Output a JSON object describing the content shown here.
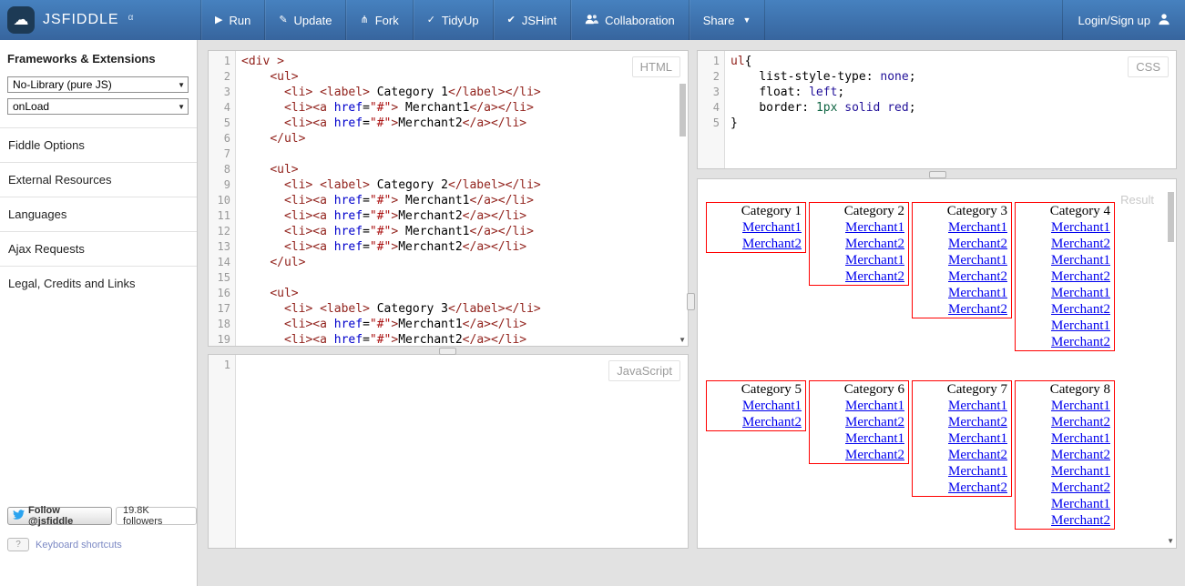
{
  "navbar": {
    "logo_text": "JSFIDDLE",
    "logo_alpha": "α",
    "items": [
      {
        "label": "Run",
        "icon": "play-icon"
      },
      {
        "label": "Update",
        "icon": "pencil-icon"
      },
      {
        "label": "Fork",
        "icon": "fork-icon"
      },
      {
        "label": "TidyUp",
        "icon": "tidy-check-icon"
      },
      {
        "label": "JSHint",
        "icon": "check-icon"
      },
      {
        "label": "Collaboration",
        "icon": "people-icon"
      },
      {
        "label": "Share",
        "icon": "caret-down-icon"
      }
    ],
    "login_label": "Login/Sign up"
  },
  "sidebar": {
    "frameworks_heading": "Frameworks & Extensions",
    "framework_select": "No-Library (pure JS)",
    "onload_select": "onLoad",
    "panels": [
      "Fiddle Options",
      "External Resources",
      "Languages",
      "Ajax Requests",
      "Legal, Credits and Links"
    ],
    "twitter": {
      "follow_label": "Follow @jsfiddle",
      "followers": "19.8K followers"
    },
    "keyboard_shortcuts": {
      "key": "?",
      "label": "Keyboard shortcuts"
    }
  },
  "editors": {
    "html": {
      "badge": "HTML",
      "lines": [
        [
          [
            "tag",
            "<div >"
          ]
        ],
        [
          [
            "pln",
            "    "
          ],
          [
            "tag",
            "<ul>"
          ]
        ],
        [
          [
            "pln",
            "      "
          ],
          [
            "tag",
            "<li>"
          ],
          [
            "pln",
            " "
          ],
          [
            "tag",
            "<label>"
          ],
          [
            "pln",
            " Category 1"
          ],
          [
            "tag",
            "</label></li>"
          ]
        ],
        [
          [
            "pln",
            "      "
          ],
          [
            "tag",
            "<li><a "
          ],
          [
            "attr",
            "href"
          ],
          [
            "pln",
            "="
          ],
          [
            "str",
            "\"#\""
          ],
          [
            "tag",
            ">"
          ],
          [
            "pln",
            " Merchant1"
          ],
          [
            "tag",
            "</a></li>"
          ]
        ],
        [
          [
            "pln",
            "      "
          ],
          [
            "tag",
            "<li><a "
          ],
          [
            "attr",
            "href"
          ],
          [
            "pln",
            "="
          ],
          [
            "str",
            "\"#\""
          ],
          [
            "tag",
            ">"
          ],
          [
            "pln",
            "Merchant2"
          ],
          [
            "tag",
            "</a></li>"
          ]
        ],
        [
          [
            "pln",
            "    "
          ],
          [
            "tag",
            "</ul>"
          ]
        ],
        [],
        [
          [
            "pln",
            "    "
          ],
          [
            "tag",
            "<ul>"
          ]
        ],
        [
          [
            "pln",
            "      "
          ],
          [
            "tag",
            "<li>"
          ],
          [
            "pln",
            " "
          ],
          [
            "tag",
            "<label>"
          ],
          [
            "pln",
            " Category 2"
          ],
          [
            "tag",
            "</label></li>"
          ]
        ],
        [
          [
            "pln",
            "      "
          ],
          [
            "tag",
            "<li><a "
          ],
          [
            "attr",
            "href"
          ],
          [
            "pln",
            "="
          ],
          [
            "str",
            "\"#\""
          ],
          [
            "tag",
            ">"
          ],
          [
            "pln",
            " Merchant1"
          ],
          [
            "tag",
            "</a></li>"
          ]
        ],
        [
          [
            "pln",
            "      "
          ],
          [
            "tag",
            "<li><a "
          ],
          [
            "attr",
            "href"
          ],
          [
            "pln",
            "="
          ],
          [
            "str",
            "\"#\""
          ],
          [
            "tag",
            ">"
          ],
          [
            "pln",
            "Merchant2"
          ],
          [
            "tag",
            "</a></li>"
          ]
        ],
        [
          [
            "pln",
            "      "
          ],
          [
            "tag",
            "<li><a "
          ],
          [
            "attr",
            "href"
          ],
          [
            "pln",
            "="
          ],
          [
            "str",
            "\"#\""
          ],
          [
            "tag",
            ">"
          ],
          [
            "pln",
            " Merchant1"
          ],
          [
            "tag",
            "</a></li>"
          ]
        ],
        [
          [
            "pln",
            "      "
          ],
          [
            "tag",
            "<li><a "
          ],
          [
            "attr",
            "href"
          ],
          [
            "pln",
            "="
          ],
          [
            "str",
            "\"#\""
          ],
          [
            "tag",
            ">"
          ],
          [
            "pln",
            "Merchant2"
          ],
          [
            "tag",
            "</a></li>"
          ]
        ],
        [
          [
            "pln",
            "    "
          ],
          [
            "tag",
            "</ul>"
          ]
        ],
        [],
        [
          [
            "pln",
            "    "
          ],
          [
            "tag",
            "<ul>"
          ]
        ],
        [
          [
            "pln",
            "      "
          ],
          [
            "tag",
            "<li>"
          ],
          [
            "pln",
            " "
          ],
          [
            "tag",
            "<label>"
          ],
          [
            "pln",
            " Category 3"
          ],
          [
            "tag",
            "</label></li>"
          ]
        ],
        [
          [
            "pln",
            "      "
          ],
          [
            "tag",
            "<li><a "
          ],
          [
            "attr",
            "href"
          ],
          [
            "pln",
            "="
          ],
          [
            "str",
            "\"#\""
          ],
          [
            "tag",
            ">"
          ],
          [
            "pln",
            "Merchant1"
          ],
          [
            "tag",
            "</a></li>"
          ]
        ],
        [
          [
            "pln",
            "      "
          ],
          [
            "tag",
            "<li><a "
          ],
          [
            "attr",
            "href"
          ],
          [
            "pln",
            "="
          ],
          [
            "str",
            "\"#\""
          ],
          [
            "tag",
            ">"
          ],
          [
            "pln",
            "Merchant2"
          ],
          [
            "tag",
            "</a></li>"
          ]
        ]
      ]
    },
    "css": {
      "badge": "CSS",
      "lines": [
        [
          [
            "tag",
            "ul"
          ],
          [
            "pln",
            "{"
          ]
        ],
        [
          [
            "pln",
            "    "
          ],
          [
            "prop",
            "list-style-type"
          ],
          [
            "pln",
            ": "
          ],
          [
            "atom",
            "none"
          ],
          [
            "pln",
            ";"
          ]
        ],
        [
          [
            "pln",
            "    "
          ],
          [
            "prop",
            "float"
          ],
          [
            "pln",
            ": "
          ],
          [
            "atom",
            "left"
          ],
          [
            "pln",
            ";"
          ]
        ],
        [
          [
            "pln",
            "    "
          ],
          [
            "prop",
            "border"
          ],
          [
            "pln",
            ": "
          ],
          [
            "num",
            "1px"
          ],
          [
            "pln",
            " "
          ],
          [
            "atom",
            "solid"
          ],
          [
            "pln",
            " "
          ],
          [
            "atom",
            "red"
          ],
          [
            "pln",
            ";"
          ]
        ],
        [
          [
            "pln",
            "}"
          ]
        ]
      ]
    },
    "js": {
      "badge": "JavaScript",
      "lines": [
        []
      ]
    }
  },
  "result": {
    "badge": "Result",
    "rows": [
      [
        {
          "label": "Category 1",
          "merchants": [
            "Merchant1",
            "Merchant2"
          ]
        },
        {
          "label": "Category 2",
          "merchants": [
            "Merchant1",
            "Merchant2",
            "Merchant1",
            "Merchant2"
          ]
        },
        {
          "label": "Category 3",
          "merchants": [
            "Merchant1",
            "Merchant2",
            "Merchant1",
            "Merchant2",
            "Merchant1",
            "Merchant2"
          ]
        },
        {
          "label": "Category 4",
          "merchants": [
            "Merchant1",
            "Merchant2",
            "Merchant1",
            "Merchant2",
            "Merchant1",
            "Merchant2",
            "Merchant1",
            "Merchant2"
          ]
        }
      ],
      [
        {
          "label": "Category 5",
          "merchants": [
            "Merchant1",
            "Merchant2"
          ]
        },
        {
          "label": "Category 6",
          "merchants": [
            "Merchant1",
            "Merchant2",
            "Merchant1",
            "Merchant2"
          ]
        },
        {
          "label": "Category 7",
          "merchants": [
            "Merchant1",
            "Merchant2",
            "Merchant1",
            "Merchant2",
            "Merchant1",
            "Merchant2"
          ]
        },
        {
          "label": "Category 8",
          "merchants": [
            "Merchant1",
            "Merchant2",
            "Merchant1",
            "Merchant2",
            "Merchant1",
            "Merchant2",
            "Merchant1",
            "Merchant2"
          ]
        }
      ]
    ]
  },
  "colors": {
    "navbar_blue": "#3b72ae",
    "result_border_red": "#ff0000",
    "link_blue": "#0000ee",
    "code_tag": "#92231d",
    "code_attribute": "#0000cc",
    "code_string": "#aa1111",
    "code_atom": "#221199",
    "code_number": "#116644"
  }
}
